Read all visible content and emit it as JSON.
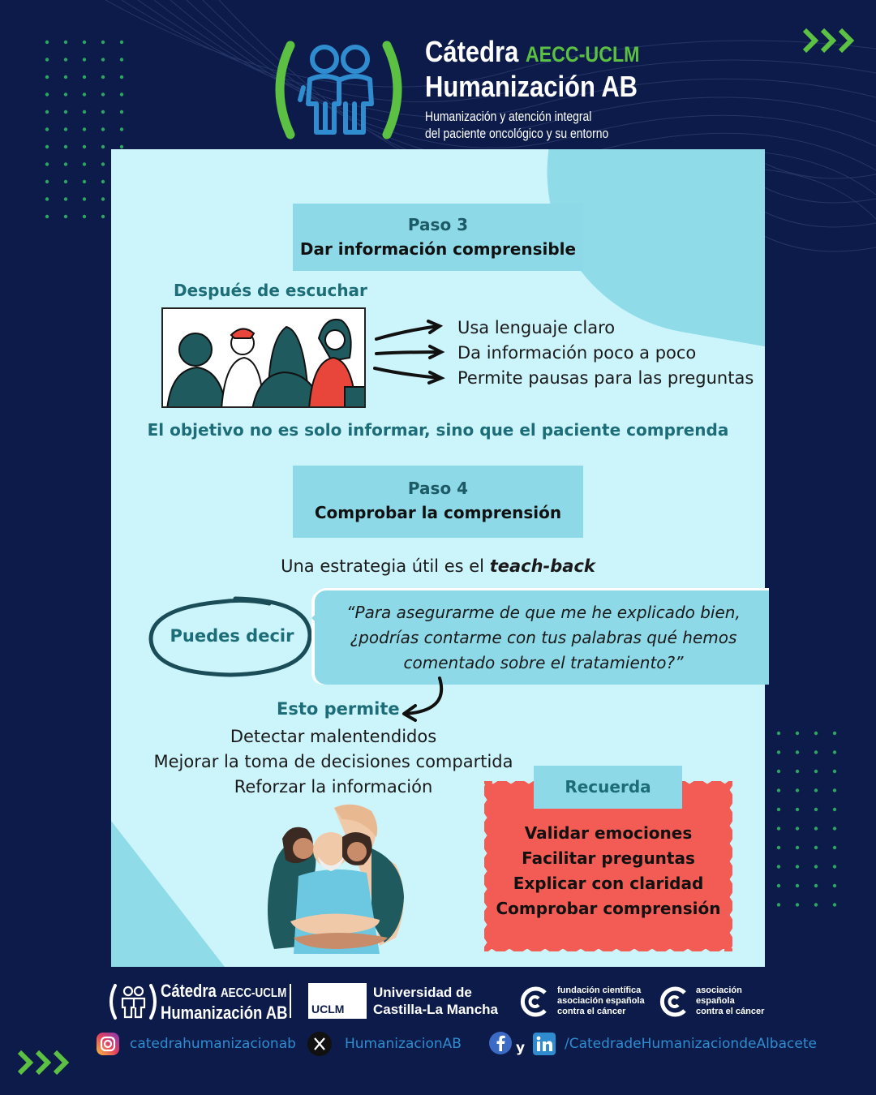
{
  "brand": {
    "title_line1": "Cátedra",
    "title_line1_accent": "AECC-UCLM",
    "title_line2": "Humanización AB",
    "subtitle_line1": "Humanización y atención integral",
    "subtitle_line2": "del paciente oncológico y su entorno"
  },
  "paso3": {
    "number": "Paso 3",
    "title": "Dar información comprensible",
    "subheading": "Después de escuchar",
    "items": [
      "Usa lenguaje claro",
      "Da información poco a poco",
      "Permite pausas para las preguntas"
    ],
    "objective": "El objetivo no es solo informar, sino que el paciente comprenda"
  },
  "paso4": {
    "number": "Paso 4",
    "title": "Comprobar la comprensión",
    "strategy_prefix": "Una estrategia útil es el",
    "strategy_term": "teach-back",
    "puedes_decir": "Puedes decir",
    "quote_line1": "“Para asegurarme de que me he explicado bien,",
    "quote_line2": "¿podrías contarme con tus palabras qué hemos",
    "quote_line3": "comentado sobre el tratamiento?”",
    "permite_heading": "Esto permite",
    "permite_items": [
      "Detectar malentendidos",
      "Mejorar la toma de decisiones compartida",
      "Reforzar la información"
    ]
  },
  "recuerda": {
    "label": "Recuerda",
    "items": [
      "Validar emociones",
      "Facilitar preguntas",
      "Explicar con claridad",
      "Comprobar comprensión"
    ]
  },
  "footer": {
    "logo_line1": "Cátedra",
    "logo_line1_accent": "AECC-UCLM",
    "logo_line2": "Humanización AB",
    "uclm_badge": "UCLM",
    "uni_line1": "Universidad de",
    "uni_line2": "Castilla-La Mancha",
    "fund_line1": "fundación científica",
    "fund_line2": "asociación española",
    "fund_line3": "contra el cáncer",
    "aecc_line1": "asociación",
    "aecc_line2": "española",
    "aecc_line3": "contra el cáncer",
    "instagram": "catedrahumanizacionab",
    "x_handle": "HumanizacionAB",
    "y_word": "y",
    "fb_li": "/CatedradeHumanizaciondeAlbacete"
  },
  "colors": {
    "background": "#0c1b4a",
    "card": "#ccf4fb",
    "step_box": "#8ed9e7",
    "teal_text": "#1c6d78",
    "green": "#5cc142",
    "recuerda_red": "#f25c54",
    "logo_blue": "#2f8ccf"
  }
}
